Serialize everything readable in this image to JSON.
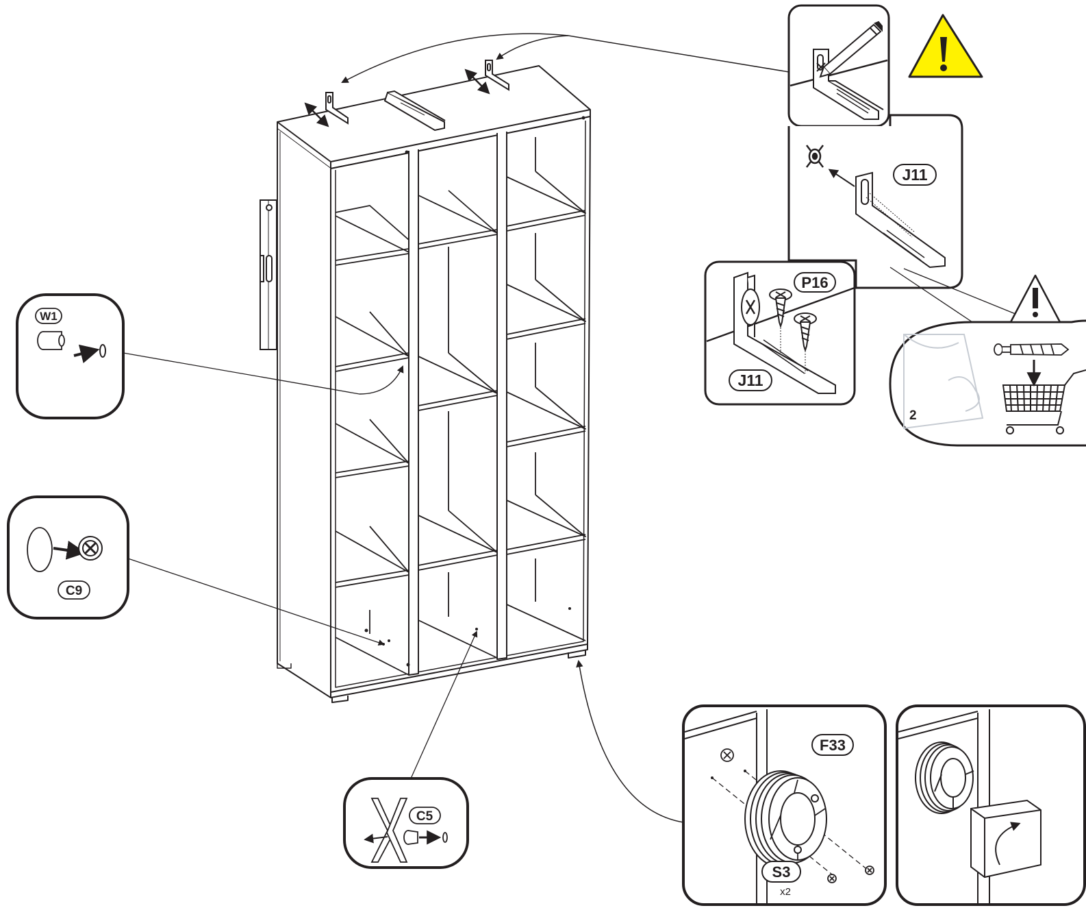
{
  "labels": {
    "w1": "W1",
    "c9": "C9",
    "c5": "C5",
    "j11_top": "J11",
    "j11_bottom": "J11",
    "p16": "P16",
    "f33": "F33",
    "s3": "S3",
    "s3_qty": "x2",
    "step_number": "2"
  },
  "icons": {
    "warning_main": "warning-exclamation-yellow-icon",
    "warning_store": "warning-exclamation-outline-icon",
    "cart": "shopping-cart-icon",
    "pencil": "pencil-icon"
  },
  "colors": {
    "line": "#231f20",
    "warning_fill": "#fff200",
    "faint_gray": "#c7ccd3"
  }
}
